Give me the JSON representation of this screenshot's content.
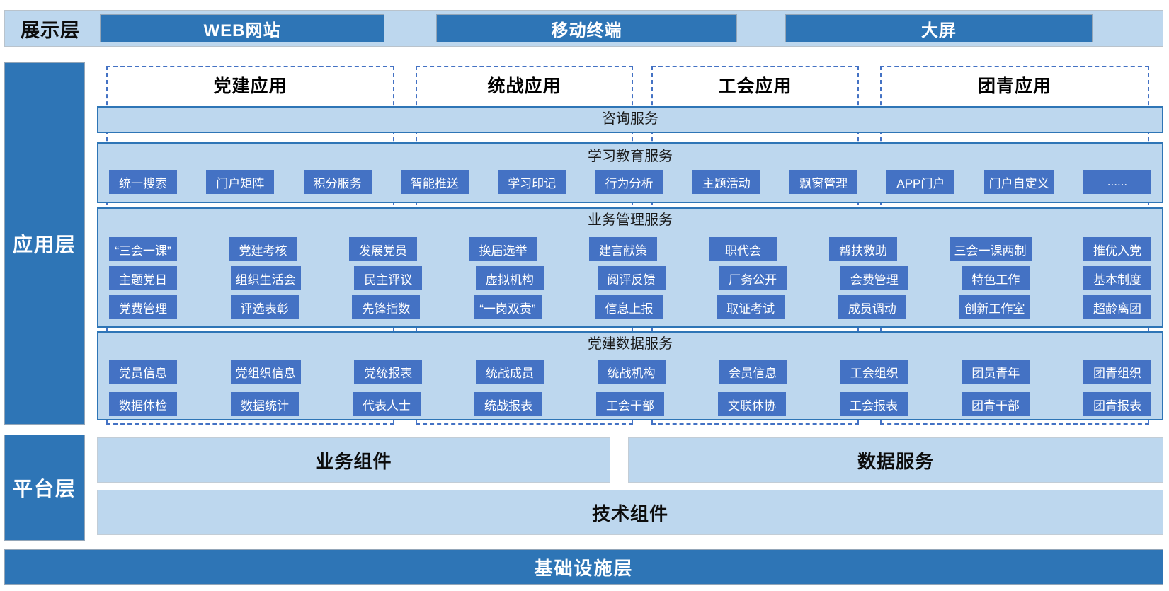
{
  "colors": {
    "panel_light_blue": "#BDD7EE",
    "block_dark_blue": "#2E75B6",
    "chip_blue": "#4472C4",
    "dashed_border_blue": "#4472C4"
  },
  "presentation": {
    "label": "展示层",
    "items": [
      "WEB网站",
      "移动终端",
      "大屏"
    ]
  },
  "application": {
    "label": "应用层",
    "columns": [
      "党建应用",
      "统战应用",
      "工会应用",
      "团青应用"
    ],
    "sections": [
      {
        "title": "咨询服务",
        "rows": []
      },
      {
        "title": "学习教育服务",
        "rows": [
          [
            "统一搜索",
            "门户矩阵",
            "积分服务",
            "智能推送",
            "学习印记",
            "行为分析",
            "主题活动",
            "飘窗管理",
            "APP门户",
            "门户自定义",
            "......"
          ]
        ]
      },
      {
        "title": "业务管理服务",
        "rows": [
          [
            "“三会一课”",
            "党建考核",
            "发展党员",
            "换届选举",
            "建言献策",
            "职代会",
            "帮扶救助",
            "三会一课两制",
            "推优入党"
          ],
          [
            "主题党日",
            "组织生活会",
            "民主评议",
            "虚拟机构",
            "阅评反馈",
            "厂务公开",
            "会费管理",
            "特色工作",
            "基本制度"
          ],
          [
            "党费管理",
            "评选表彰",
            "先锋指数",
            "“一岗双责”",
            "信息上报",
            "取证考试",
            "成员调动",
            "创新工作室",
            "超龄离团"
          ]
        ]
      },
      {
        "title": "党建数据服务",
        "rows": [
          [
            "党员信息",
            "党组织信息",
            "党统报表",
            "统战成员",
            "统战机构",
            "会员信息",
            "工会组织",
            "团员青年",
            "团青组织"
          ],
          [
            "数据体检",
            "数据统计",
            "代表人士",
            "统战报表",
            "工会干部",
            "文联体协",
            "工会报表",
            "团青干部",
            "团青报表"
          ]
        ]
      }
    ]
  },
  "platform": {
    "label": "平台层",
    "boxes": [
      "业务组件",
      "数据服务",
      "技术组件"
    ]
  },
  "infrastructure": {
    "label": "基础设施层"
  }
}
